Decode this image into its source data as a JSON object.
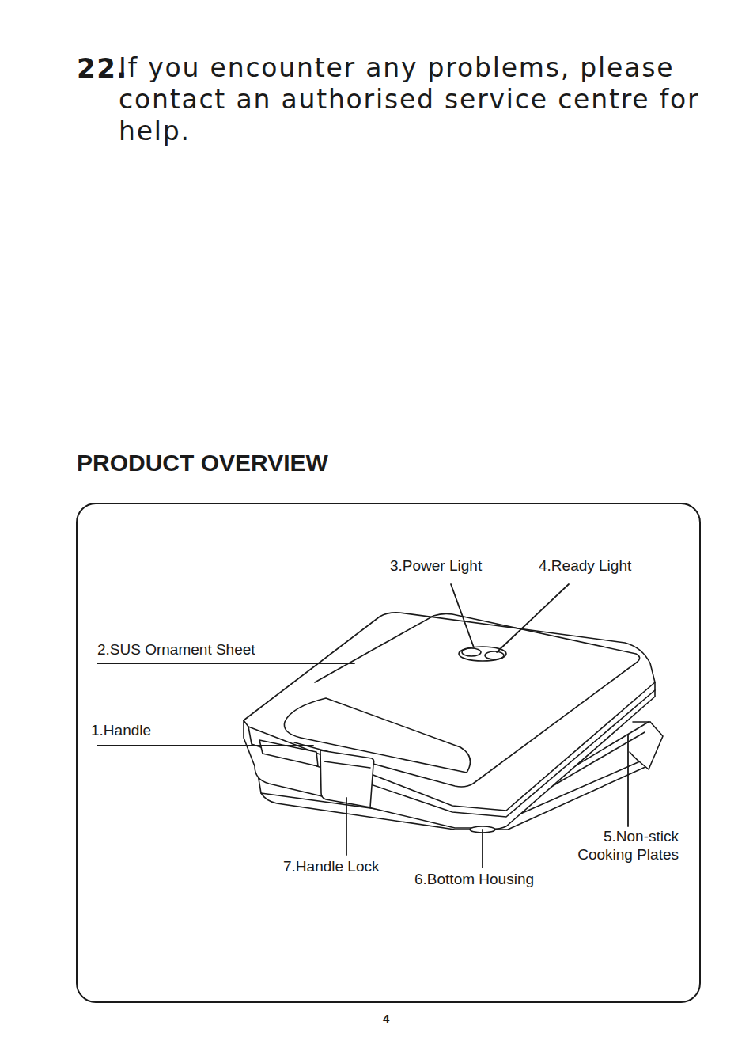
{
  "diagram": {
    "title": "PRODUCT OVERVIEW",
    "labels": [
      "22.",
      "If you encounter any problems, please contact an authorised service centre for help.",
      "3.Power Light",
      "4.Ready Light",
      "2.SUS Ornament Sheet",
      "1.Handle",
      "5.Non-stick Cooking Plates",
      "7.Handle Lock",
      "6.Bottom Housing",
      "4"
    ]
  }
}
